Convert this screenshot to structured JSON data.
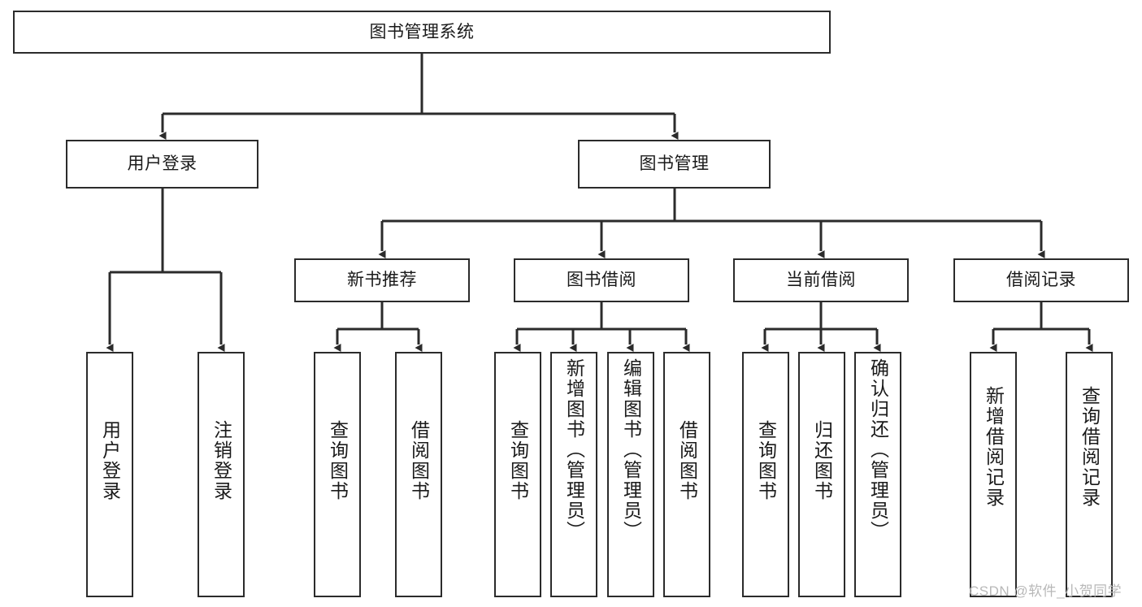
{
  "diagram": {
    "type": "tree-hierarchy",
    "title": "图书管理系统",
    "root": {
      "label": "图书管理系统"
    },
    "level2": [
      {
        "label": "用户登录"
      },
      {
        "label": "图书管理"
      }
    ],
    "level3": [
      {
        "label": "新书推荐"
      },
      {
        "label": "图书借阅"
      },
      {
        "label": "当前借阅"
      },
      {
        "label": "借阅记录"
      }
    ],
    "leaves": {
      "user_login": [
        {
          "label": "用户登录"
        },
        {
          "label": "注销登录"
        }
      ],
      "new_book_recommend": [
        {
          "label": "查询图书"
        },
        {
          "label": "借阅图书"
        }
      ],
      "book_borrow": [
        {
          "label": "查询图书"
        },
        {
          "label": "新增图书（管理员）"
        },
        {
          "label": "编辑图书（管理员）"
        },
        {
          "label": "借阅图书"
        }
      ],
      "current_borrow": [
        {
          "label": "查询图书"
        },
        {
          "label": "归还图书"
        },
        {
          "label": "确认归还（管理员）"
        }
      ],
      "borrow_record": [
        {
          "label": "新增借阅记录"
        },
        {
          "label": "查询借阅记录"
        }
      ]
    }
  },
  "watermark": {
    "text": "CSDN @软件_小贺同学"
  },
  "colors": {
    "box_border": "#2b2b2b",
    "box_fill": "#ffffff",
    "connector": "#2b2b2b",
    "text": "#1a1a1a",
    "watermark": "#b8b8b8",
    "background": "#ffffff"
  }
}
